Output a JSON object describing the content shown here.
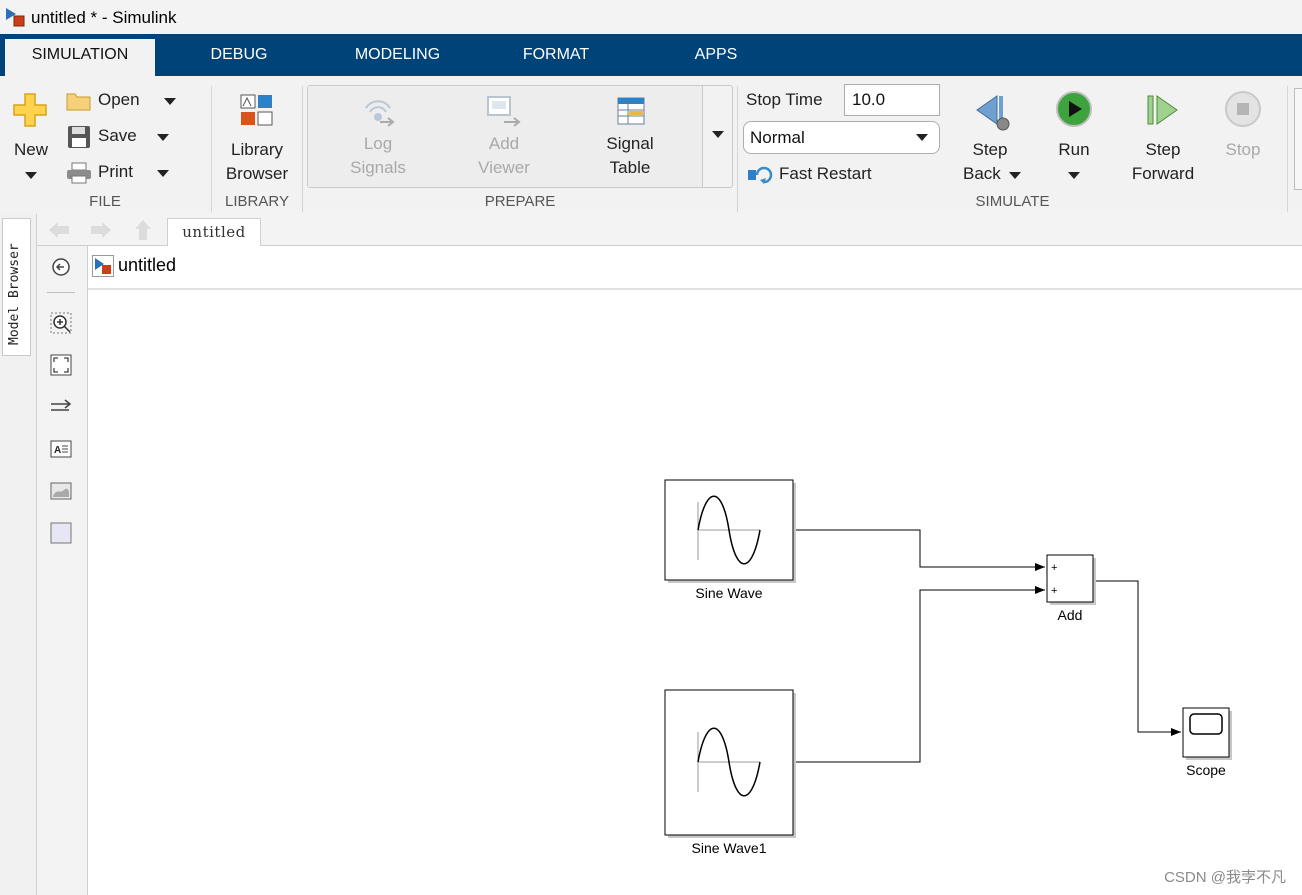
{
  "window": {
    "title": "untitled * - Simulink"
  },
  "tabs": [
    {
      "label": "SIMULATION",
      "active": true
    },
    {
      "label": "DEBUG",
      "active": false
    },
    {
      "label": "MODELING",
      "active": false
    },
    {
      "label": "FORMAT",
      "active": false
    },
    {
      "label": "APPS",
      "active": false
    }
  ],
  "ribbon": {
    "file": {
      "section_label": "FILE",
      "new_label": "New",
      "open_label": "Open",
      "save_label": "Save",
      "print_label": "Print"
    },
    "library": {
      "section_label": "LIBRARY",
      "browser_line1": "Library",
      "browser_line2": "Browser"
    },
    "prepare": {
      "section_label": "PREPARE",
      "log_line1": "Log",
      "log_line2": "Signals",
      "viewer_line1": "Add",
      "viewer_line2": "Viewer",
      "table_line1": "Signal",
      "table_line2": "Table"
    },
    "simulate": {
      "section_label": "SIMULATE",
      "stop_time_label": "Stop Time",
      "stop_time_value": "10.0",
      "mode_value": "Normal",
      "fast_restart_label": "Fast Restart",
      "step_back_line1": "Step",
      "step_back_line2": "Back",
      "run_label": "Run",
      "step_forward_line1": "Step",
      "step_forward_line2": "Forward",
      "stop_label": "Stop"
    }
  },
  "side_panel": {
    "model_browser_label": "Model Browser"
  },
  "nav": {
    "tab_label": "untitled"
  },
  "breadcrumb": {
    "model_name": "untitled"
  },
  "diagram": {
    "blocks": {
      "sine_wave": "Sine Wave",
      "sine_wave1": "Sine Wave1",
      "add": "Add",
      "add_port1_sign": "+",
      "add_port2_sign": "+",
      "scope": "Scope"
    }
  },
  "watermark": "CSDN @我孛不凡",
  "colors": {
    "tab_bar": "#004379",
    "ribbon_bg": "#f2f2f2",
    "run_green": "#2e9e2e",
    "disabled_text": "#a9a9a9"
  }
}
